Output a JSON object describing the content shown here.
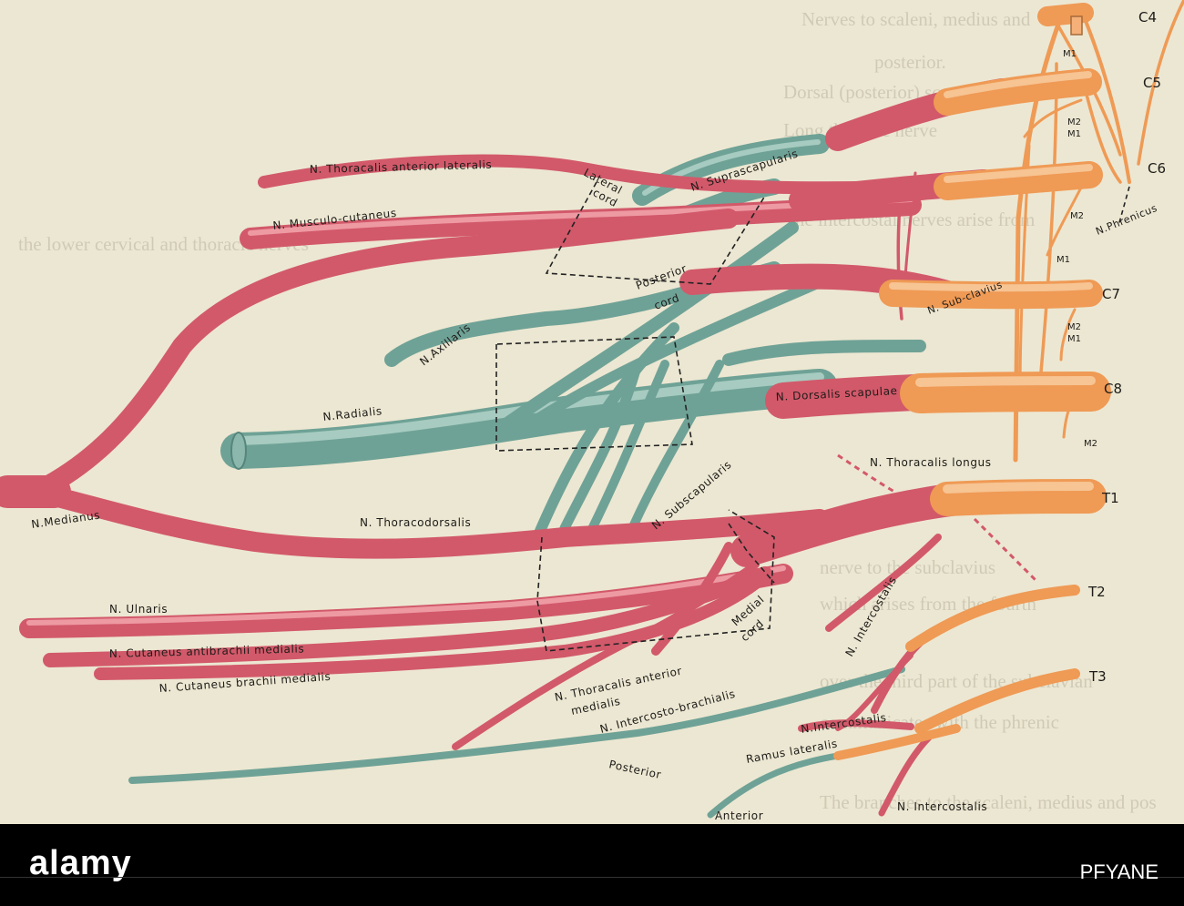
{
  "figure": {
    "labels": {
      "thoracalis_anterior_lateralis": "N. Thoracalis anterior lateralis",
      "suprascapularis": "N. Suprascapularis",
      "lateral_cord_1": "Lateral",
      "lateral_cord_2": "cord",
      "musculo_cutaneus": "N. Musculo-cutaneus",
      "phrenicus": "N.Phrenicus",
      "subclavius": "N. Sub-clavius",
      "posterior_cord_1": "Posterior",
      "posterior_cord_2": "cord",
      "axillaris": "N.Axillaris",
      "dorsalis_scapulae": "N. Dorsalis scapulae",
      "radialis": "N.Radialis",
      "thoracalis_longus": "N. Thoracalis longus",
      "subscapularis": "N. Subscapularis",
      "medianus": "N.Medianus",
      "thoracodorsalis": "N. Thoracodorsalis",
      "intercostalis_1": "N. Intercostalis",
      "ulnaris": "N. Ulnaris",
      "cutaneus_antibrachii_medialis": "N. Cutaneus antibrachii medialis",
      "cutaneus_brachii_medialis": "N. Cutaneus brachii medialis",
      "medial_cord_1": "Medial",
      "medial_cord_2": "cord",
      "thoracalis_anterior_medialis_1": "N. Thoracalis anterior",
      "thoracalis_anterior_medialis_2": "medialis",
      "intercosto_brachialis": "N. Intercosto-brachialis",
      "intercostalis_2": "N.Intercostalis",
      "ramus_lateralis": "Ramus lateralis",
      "posterior": "Posterior",
      "anterior": "Anterior",
      "intercostalis_3": "N. Intercostalis"
    },
    "roots": {
      "c4": "C4",
      "c5": "C5",
      "c6": "C6",
      "c7": "C7",
      "c8": "C8",
      "t1": "T1",
      "t2": "T2",
      "t3": "T3"
    },
    "branches": {
      "m1": "M1",
      "m2": "M2"
    },
    "background_text": [
      "Nerves to scaleni, medius and",
      "posterior.",
      "Dorsal (posterior) scapular nerve",
      "Long thoracic nerve",
      "The intercostal nerves arise from",
      "the lower cervical and thoracic nerves",
      "nerve to the subclavius",
      "which arises from the fourth",
      "over the third part of the subclavian",
      "communicates with the phrenic",
      "The branches to the scaleni, medius and pos"
    ],
    "colors": {
      "motor_red": "#d2596a",
      "cord_green": "#6fa296",
      "root_orange": "#ef9a55",
      "plate_background": "#ece7d2"
    }
  },
  "footer": {
    "logo": "alamy",
    "code": "PFYANE"
  }
}
